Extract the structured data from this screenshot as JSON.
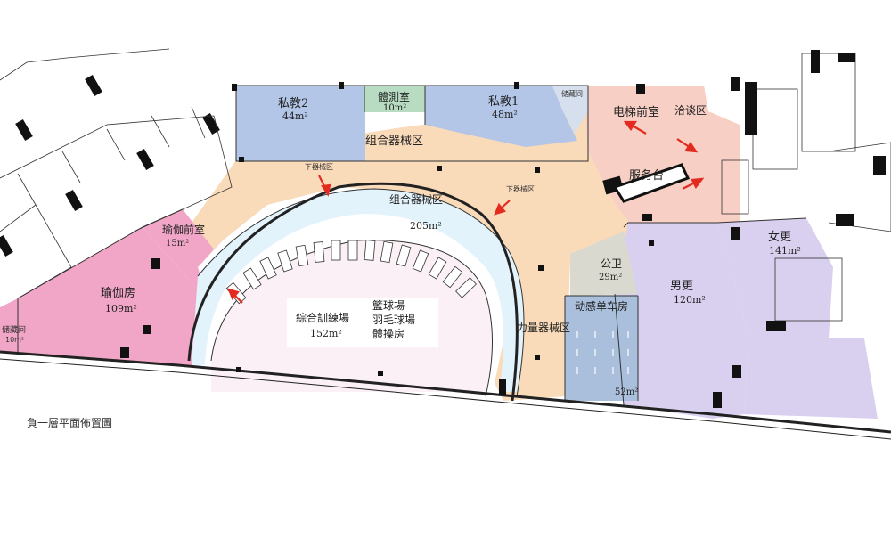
{
  "caption": "負一層平面佈置圖",
  "colors": {
    "blue_rooms": "#b3c6e8",
    "green_room": "#b7dcc2",
    "pink_yoga": "#f2a6c7",
    "peach": "#f9dab9",
    "salmon": "#f8cfc4",
    "lavender": "#d9cfee",
    "gym_light": "#e3f3fb",
    "court": "#faf0f6",
    "storage": "#d6dfed",
    "toilet": "#d9d9cf",
    "bike": "#aabfdc",
    "arrow": "#e32b1f"
  },
  "rooms": {
    "private2": {
      "name": "私教2",
      "area": "44m²"
    },
    "test_room": {
      "name": "體測室",
      "area": "10m²"
    },
    "private1": {
      "name": "私教1",
      "area": "48m²"
    },
    "storage_small": {
      "name": "储藏间"
    },
    "elevator_lobby": {
      "name": "电梯前室"
    },
    "negotiation": {
      "name": "洽谈区"
    },
    "equipment_outer": {
      "name": "组合器械区"
    },
    "down_left": {
      "name": "下器械区"
    },
    "down_right": {
      "name": "下器械区"
    },
    "service_desk": {
      "name": "服务台"
    },
    "equipment_inner": {
      "name": "组合器械区",
      "area": "205m²"
    },
    "yoga_lobby": {
      "name": "瑜伽前室",
      "area": "15m²"
    },
    "yoga": {
      "name": "瑜伽房",
      "area": "109m²"
    },
    "storage_left": {
      "name": "储藏间",
      "area": "10m²"
    },
    "public_wc": {
      "name": "公卫",
      "area": "29m²"
    },
    "spin": {
      "name": "动感单车房",
      "area": "52m²"
    },
    "mens": {
      "name": "男更",
      "area": "120m²"
    },
    "womens": {
      "name": "女更",
      "area": "141m²"
    },
    "strength": {
      "name": "力量器械区"
    },
    "training": {
      "name": "綜合訓練場",
      "area": "152m²",
      "uses": [
        "籃球場",
        "羽毛球場",
        "體操房"
      ]
    }
  }
}
